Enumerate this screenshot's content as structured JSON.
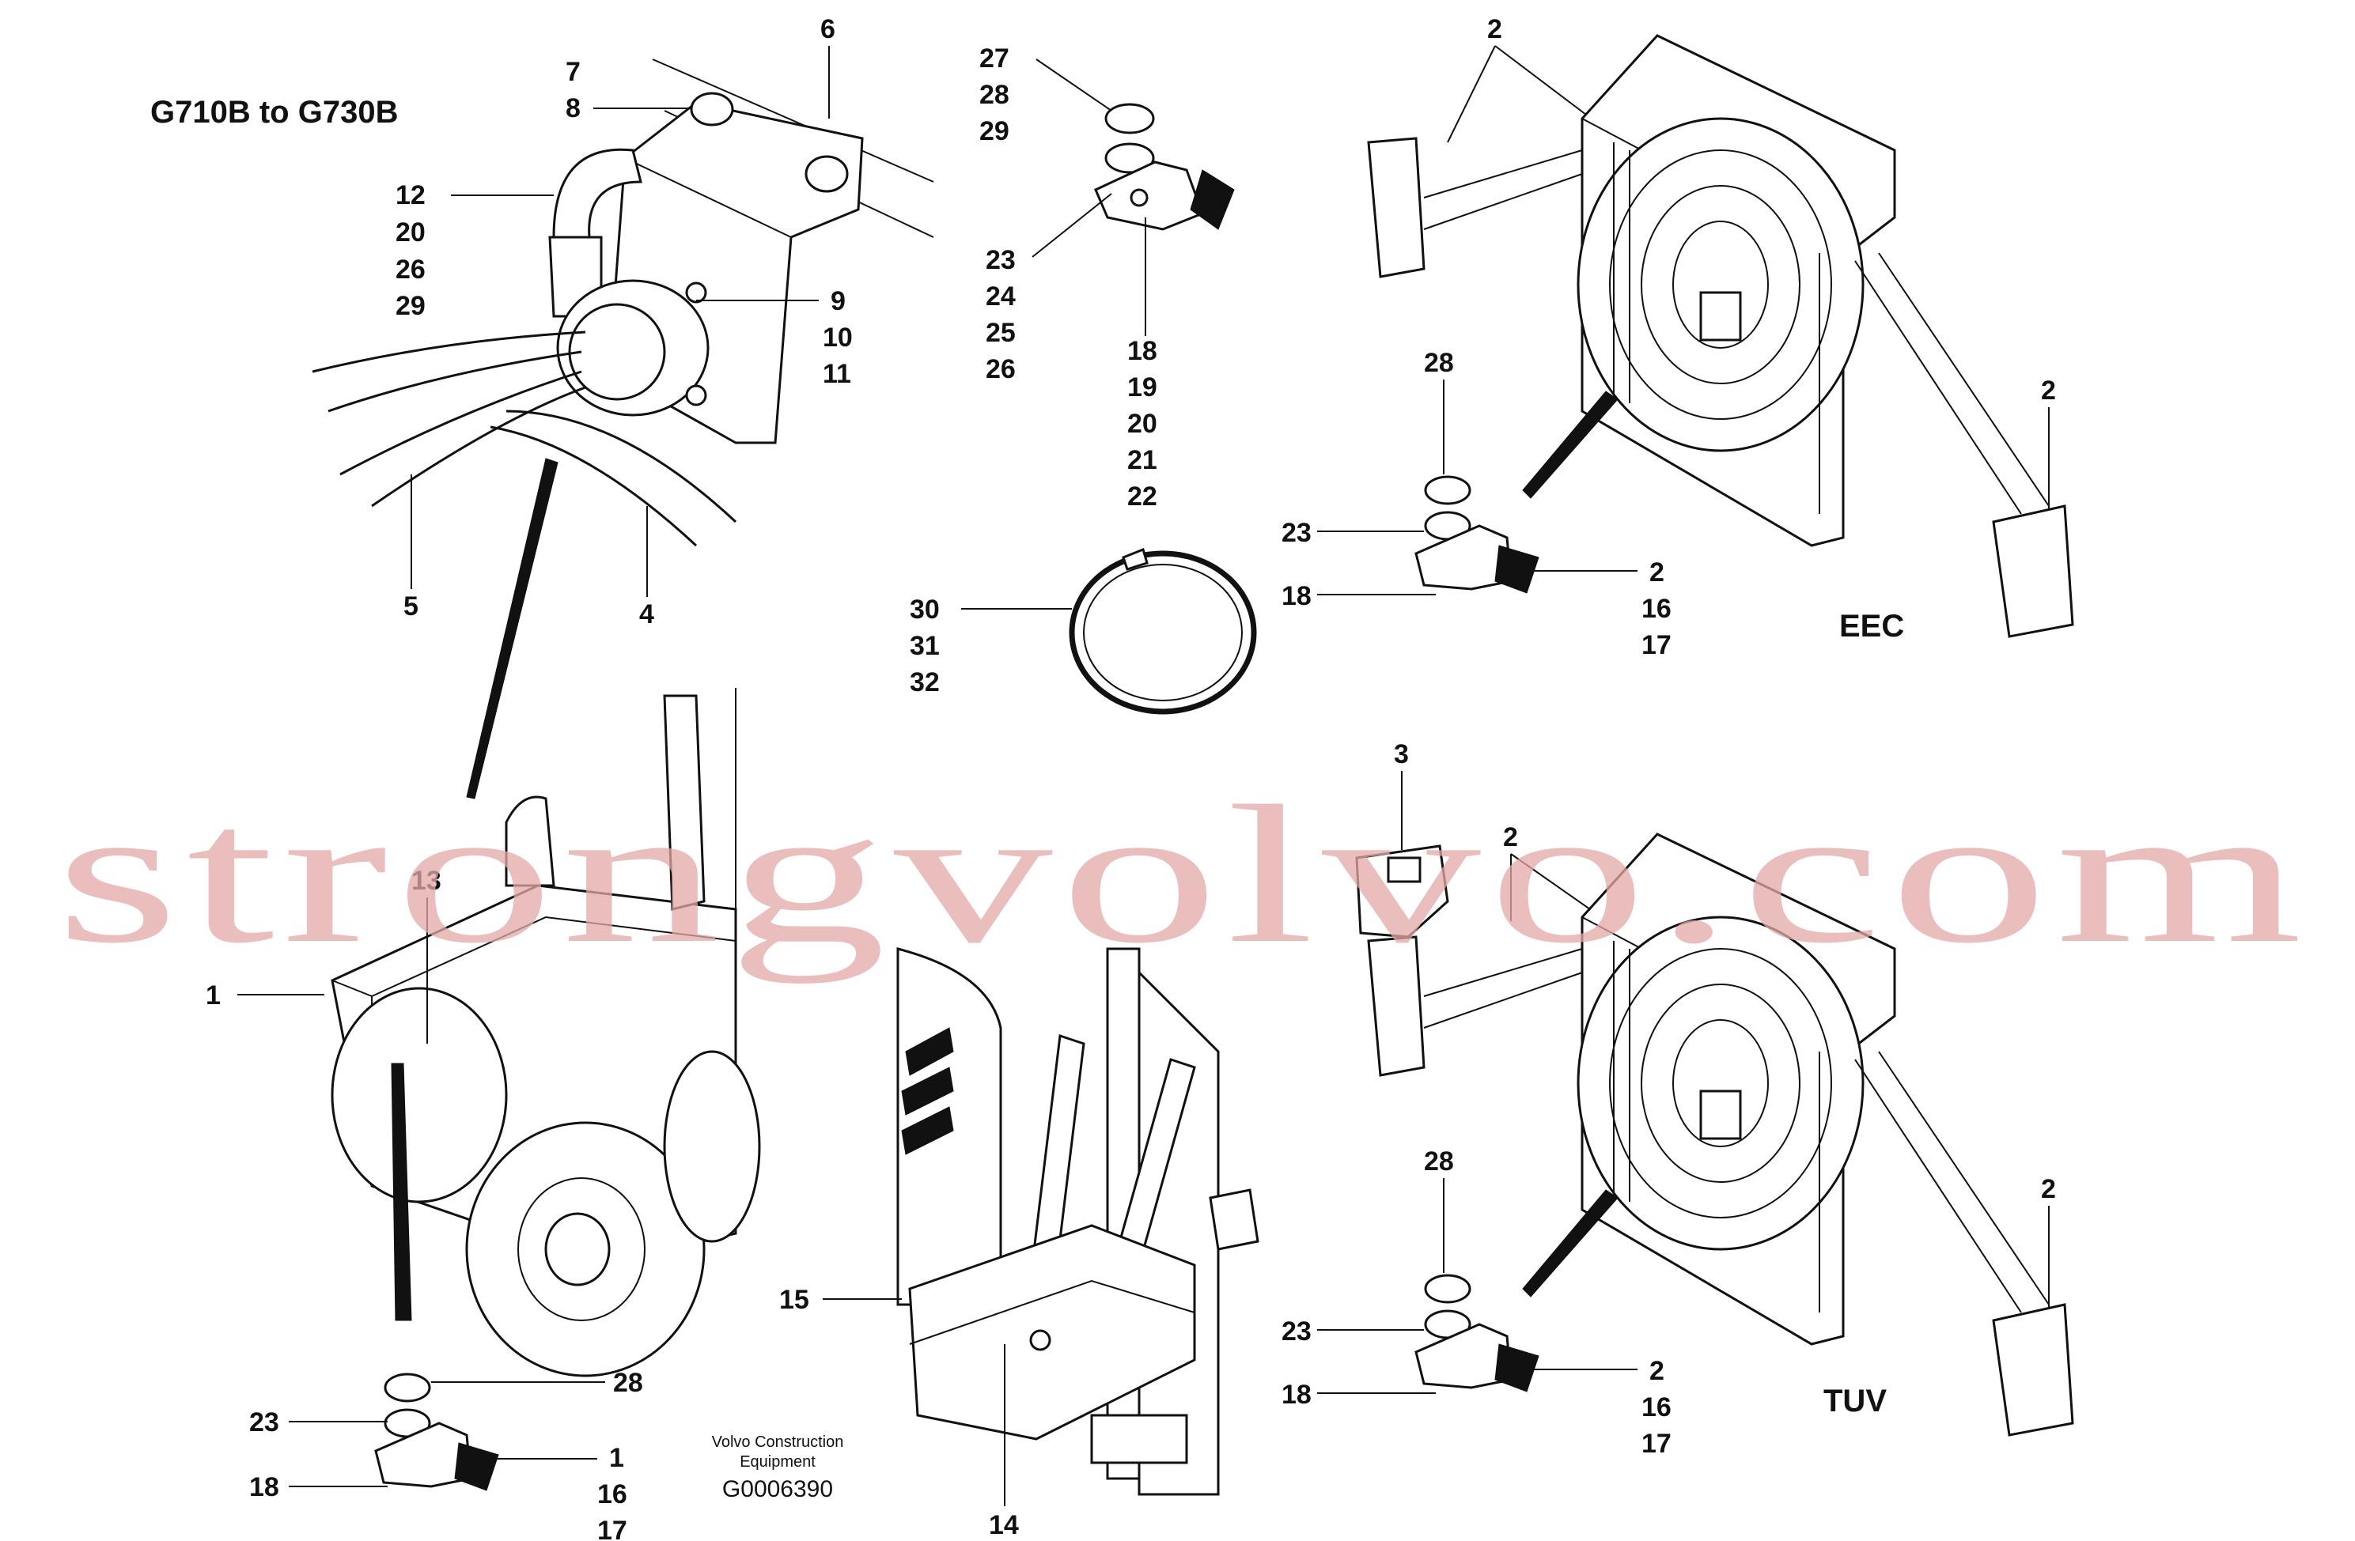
{
  "captions": {
    "variant": "G710B to G730B",
    "eec": "EEC",
    "tuv": "TUV"
  },
  "footer": {
    "line1": "Volvo Construction",
    "line2": "Equipment",
    "code": "G0006390"
  },
  "watermark": "strongvolvo.com",
  "callouts": {
    "c6": "6",
    "c7": "7",
    "c8": "8",
    "c12": "12",
    "c20": "20",
    "c26": "26",
    "c29": "29",
    "c9": "9",
    "c10": "10",
    "c11": "11",
    "c5": "5",
    "c4": "4",
    "top_clip": {
      "a": "27",
      "b": "28",
      "c": "29",
      "d": "23",
      "e": "24",
      "f": "25",
      "g": "26",
      "h": "18",
      "i": "19",
      "j": "20",
      "k": "21",
      "l": "22"
    },
    "ring": {
      "a": "30",
      "b": "31",
      "c": "32"
    },
    "eec": {
      "top": "2",
      "right": "2",
      "clip_top": "28",
      "clip_23": "23",
      "clip_18": "18",
      "clip_2": "2",
      "clip_16": "16",
      "clip_17": "17"
    },
    "tuv": {
      "c3": "3",
      "top": "2",
      "right": "2",
      "clip_top": "28",
      "clip_23": "23",
      "clip_18": "18",
      "clip_2": "2",
      "clip_16": "16",
      "clip_17": "17"
    },
    "grader": {
      "c13": "13",
      "c1": "1"
    },
    "bottom_clip": {
      "c28": "28",
      "c23": "23",
      "c18": "18",
      "c1": "1",
      "c16": "16",
      "c17": "17"
    },
    "bracket": {
      "c15": "15",
      "c14": "14"
    }
  }
}
